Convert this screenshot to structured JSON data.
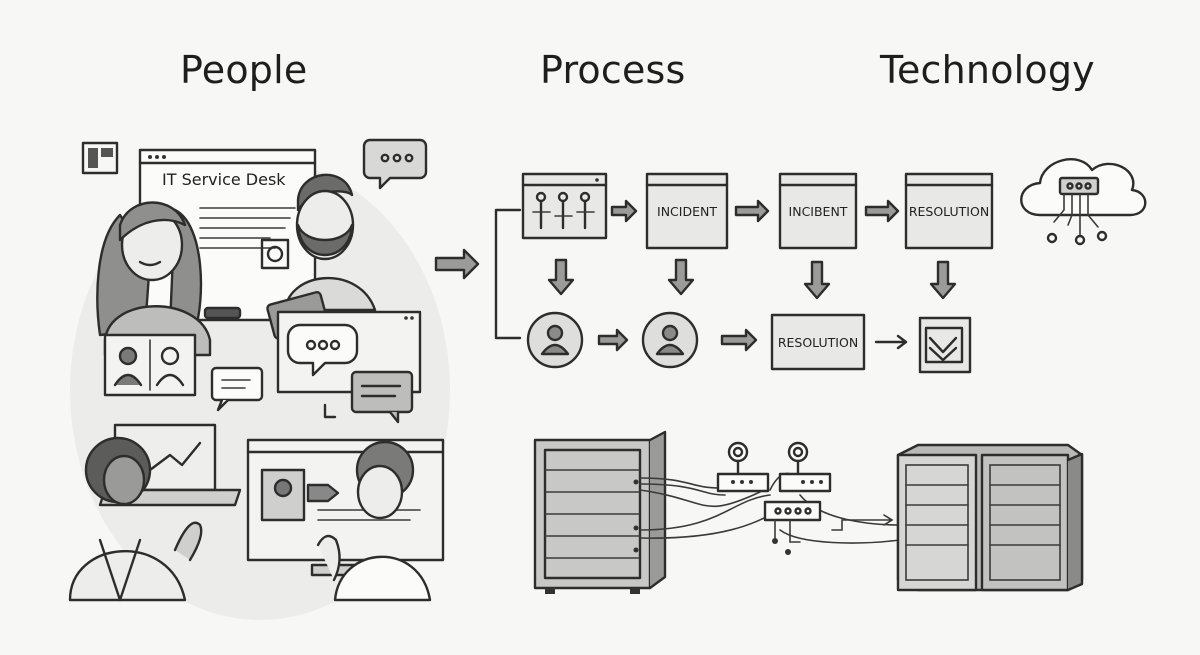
{
  "headings": {
    "people": "People",
    "process": "Process",
    "technology": "Technology"
  },
  "people": {
    "service_desk_title": "IT Service Desk"
  },
  "process": {
    "top_row": [
      "INCIDENT",
      "INCIBENT",
      "RESOLUTION"
    ],
    "bottom_row_box": "RESOLUTION"
  },
  "icons": {
    "speech_bubble": "speech-bubble-icon",
    "user": "user-icon",
    "cloud": "cloud-icon",
    "server": "server-rack-icon",
    "router": "router-icon",
    "inbox": "inbox-icon"
  },
  "colors": {
    "ink": "#2d2d2d",
    "paper": "#f7f7f5",
    "box_fill": "#e8e8e6",
    "shade": "#cfcfcc",
    "dark_shade": "#8a8a88"
  }
}
